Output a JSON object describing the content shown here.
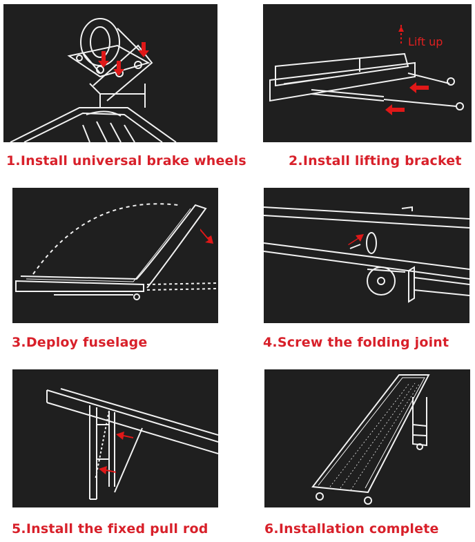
{
  "colors": {
    "caption": "#d8202a",
    "panel_bg": "#1f1f1f",
    "line_art": "#f2f2f2",
    "arrow": "#e01818"
  },
  "steps": [
    {
      "caption": "1.Install universal brake wheels",
      "icon": "caster-wheel-illustration"
    },
    {
      "caption": "2.Install lifting bracket",
      "icon": "lifting-bracket-illustration",
      "annotation": "Lift up"
    },
    {
      "caption": "3.Deploy fuselage",
      "icon": "fuselage-deploy-illustration"
    },
    {
      "caption": "4.Screw the folding joint",
      "icon": "folding-joint-illustration"
    },
    {
      "caption": "5.Install the fixed pull rod",
      "icon": "pull-rod-illustration"
    },
    {
      "caption": "6.Installation complete",
      "icon": "completed-conveyor-illustration"
    }
  ]
}
